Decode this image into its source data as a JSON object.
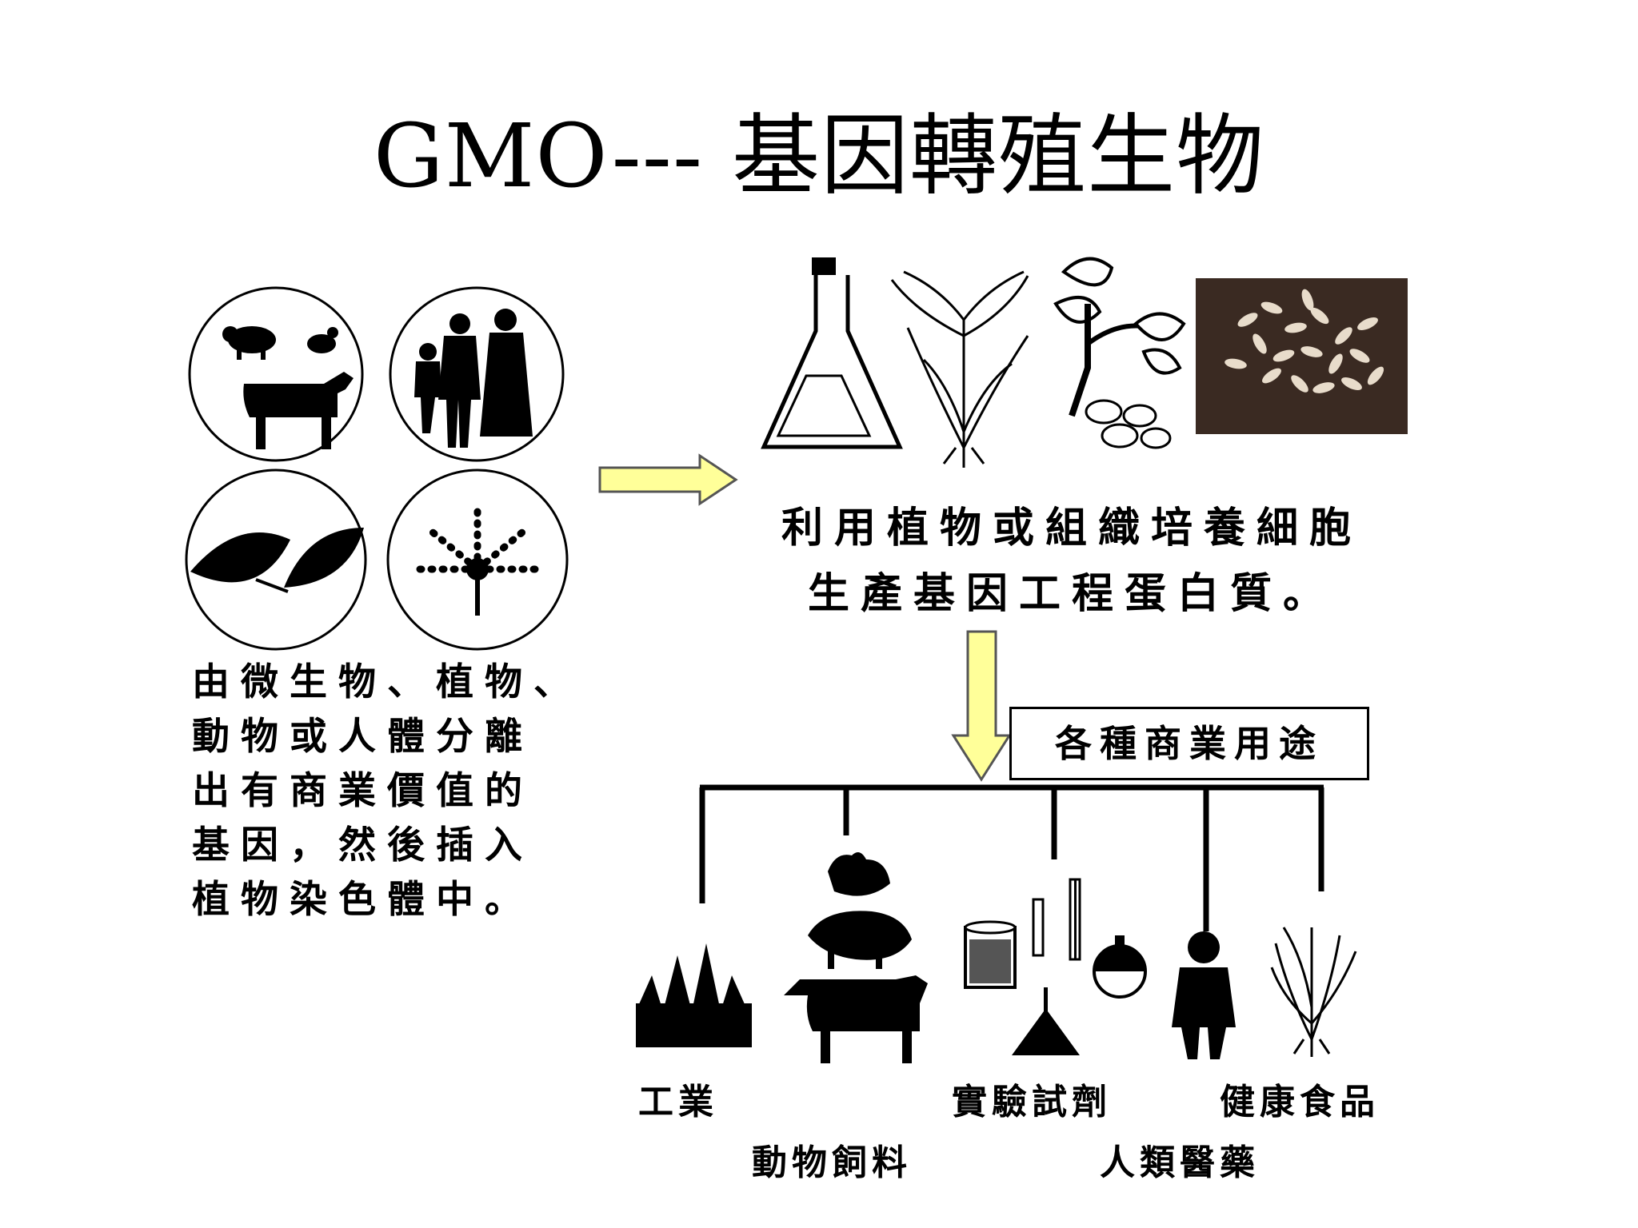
{
  "title": "GMO--- 基因轉殖生物",
  "left_description": "由微生物、植物、\n動物或人體分離\n出有商業價值的\n基因，然後插入\n植物染色體中。",
  "middle_description": "利用植物或組織培養細胞\n生產基因工程蛋白質。",
  "uses_box_label": "各種商業用途",
  "uses": [
    {
      "label": "工業"
    },
    {
      "label": "動物飼料"
    },
    {
      "label": "實驗試劑"
    },
    {
      "label": "人類醫藥"
    },
    {
      "label": "健康食品"
    }
  ],
  "colors": {
    "arrow_fill": "#ffff99",
    "arrow_stroke": "#555555",
    "ink": "#000000",
    "rice_photo_bg": "#3a2a22",
    "rice_grain": "#e8dccb"
  },
  "icons": [
    "livestock-circle-icon",
    "people-circle-icon",
    "leaves-circle-icon",
    "microbe-circle-icon",
    "flask-icon",
    "rice-plant-icon",
    "potato-plant-icon",
    "rice-grains-photo",
    "factory-icon",
    "chicken-pig-cow-icon",
    "lab-glassware-icon",
    "person-icon",
    "seedling-icon"
  ]
}
